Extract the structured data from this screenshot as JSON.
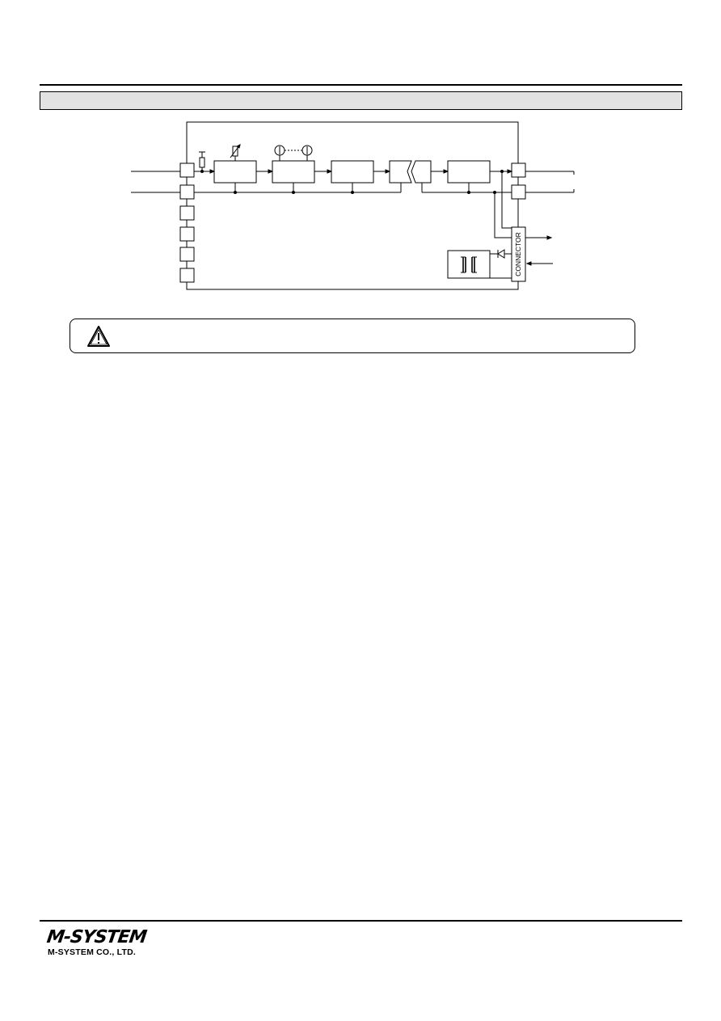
{
  "header": {
    "section_title": ""
  },
  "diagram": {
    "connector_label": "CONNECTOR"
  },
  "caution": {
    "icon": "warning-triangle-icon",
    "text": ""
  },
  "footer": {
    "brand": "M-SYSTEM",
    "company": "M-SYSTEM CO., LTD."
  }
}
